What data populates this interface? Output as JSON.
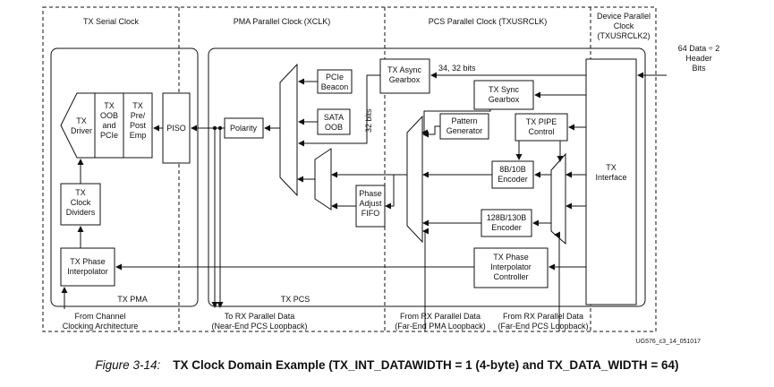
{
  "clock_domains": {
    "serial": "TX Serial Clock",
    "pma": "PMA Parallel Clock (XCLK)",
    "pcs": "PCS Parallel Clock (TXUSRCLK)",
    "device": [
      "Device Parallel",
      "Clock",
      "(TXUSRCLK2)"
    ]
  },
  "blocks": {
    "tx_driver": [
      "TX",
      "Driver"
    ],
    "tx_oob": [
      "TX",
      "OOB",
      "and",
      "PCIe"
    ],
    "tx_pre_post": [
      "TX",
      "Pre/",
      "Post",
      "Emp"
    ],
    "piso": "PISO",
    "polarity": "Polarity",
    "pcie_beacon": [
      "PCIe",
      "Beacon"
    ],
    "sata_oob": [
      "SATA",
      "OOB"
    ],
    "phase_adjust": [
      "Phase",
      "Adjust",
      "FIFO"
    ],
    "tx_async_gearbox": [
      "TX Async",
      "Gearbox"
    ],
    "tx_sync_gearbox": [
      "TX Sync",
      "Gearbox"
    ],
    "pattern_generator": [
      "Pattern",
      "Generator"
    ],
    "tx_pipe_control": [
      "TX PIPE",
      "Control"
    ],
    "enc_8b10b": [
      "8B/10B",
      "Encoder"
    ],
    "enc_128b130b": [
      "128B/130B",
      "Encoder"
    ],
    "tx_interface": [
      "TX",
      "Interface"
    ],
    "tx_clock_dividers": [
      "TX",
      "Clock",
      "Dividers"
    ],
    "tx_phase_interp": [
      "TX Phase",
      "Interpolator"
    ],
    "tx_phase_interp_ctrl": [
      "TX Phase",
      "Interpolator",
      "Controller"
    ]
  },
  "region_labels": {
    "tx_pma": "TX PMA",
    "tx_pcs": "TX PCS"
  },
  "signal_labels": {
    "async_width": "34, 32 bits",
    "pma_width": "32 bits",
    "input_data": [
      "64 Data ÷ 2",
      "Header",
      "Bits"
    ]
  },
  "bottom_labels": {
    "from_channel": [
      "From Channel",
      "Clocking Architecture"
    ],
    "to_rx": [
      "To RX Parallel Data",
      "(Near-End PCS Loopback)"
    ],
    "from_rx_pma": [
      "From RX Parallel Data",
      "(Far-End PMA Loopback)"
    ],
    "from_rx_pcs": [
      "From RX Parallel Data",
      "(Far-End PCS Loopback)"
    ]
  },
  "figure_id": "UG576_c3_14_051017",
  "caption": {
    "number": "Figure 3-14:",
    "title": "TX Clock Domain Example (TX_INT_DATAWIDTH = 1 (4-byte) and TX_DATA_WIDTH = 64)"
  }
}
